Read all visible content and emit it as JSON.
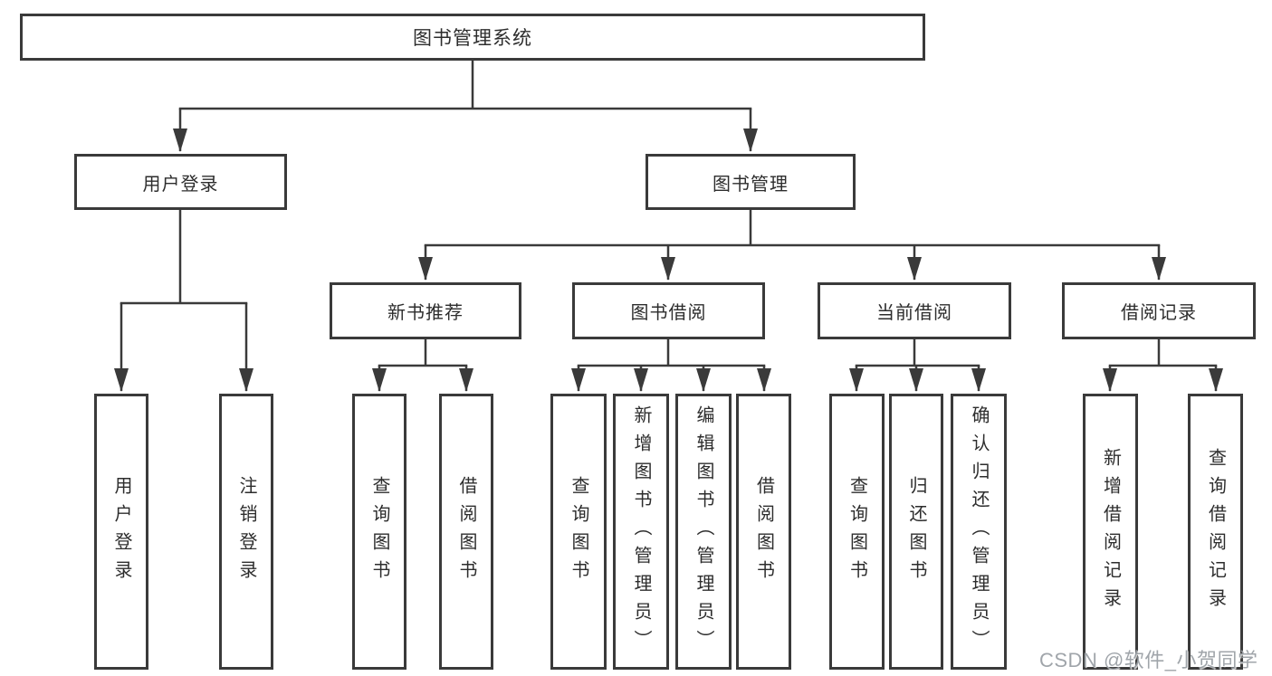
{
  "tree": {
    "root": {
      "label": "图书管理系统",
      "children": [
        {
          "label": "用户登录",
          "children": [
            {
              "label": "用户登录"
            },
            {
              "label": "注销登录"
            }
          ]
        },
        {
          "label": "图书管理",
          "children": [
            {
              "label": "新书推荐",
              "children": [
                {
                  "label": "查询图书"
                },
                {
                  "label": "借阅图书"
                }
              ]
            },
            {
              "label": "图书借阅",
              "children": [
                {
                  "label": "查询图书"
                },
                {
                  "label": "新增图书（管理员）"
                },
                {
                  "label": "编辑图书（管理员）"
                },
                {
                  "label": "借阅图书"
                }
              ]
            },
            {
              "label": "当前借阅",
              "children": [
                {
                  "label": "查询图书"
                },
                {
                  "label": "归还图书"
                },
                {
                  "label": "确认归还（管理员）"
                }
              ]
            },
            {
              "label": "借阅记录",
              "children": [
                {
                  "label": "新增借阅记录"
                },
                {
                  "label": "查询借阅记录"
                }
              ]
            }
          ]
        }
      ]
    }
  },
  "watermark": {
    "text": "CSDN @软件_小贺同学"
  },
  "colors": {
    "line": "#3a3a3a",
    "box_border": "#3a3a3a",
    "box_fill": "#ffffff",
    "text": "#2d2d2d",
    "watermark": "#989da3",
    "background": "#ffffff"
  }
}
